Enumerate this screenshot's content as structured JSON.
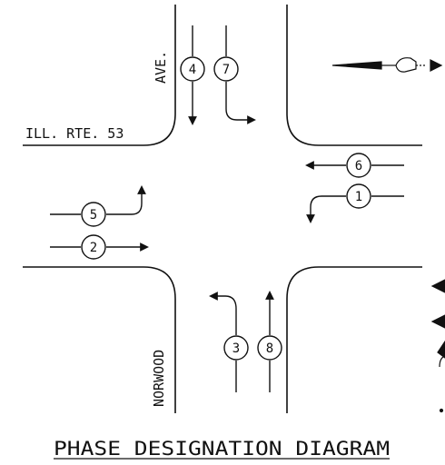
{
  "title": "PHASE DESIGNATION DIAGRAM",
  "streets": {
    "east_west": "ILL. RTE. 53",
    "north_upper": "AVE.",
    "south_lower": "NORWOOD"
  },
  "phases": [
    {
      "id": "phase-4",
      "label": "4"
    },
    {
      "id": "phase-7",
      "label": "7"
    },
    {
      "id": "phase-6",
      "label": "6"
    },
    {
      "id": "phase-1",
      "label": "1"
    },
    {
      "id": "phase-5",
      "label": "5"
    },
    {
      "id": "phase-2",
      "label": "2"
    },
    {
      "id": "phase-3",
      "label": "3"
    },
    {
      "id": "phase-8",
      "label": "8"
    }
  ],
  "colors": {
    "ink": "#111111",
    "background": "#ffffff"
  }
}
